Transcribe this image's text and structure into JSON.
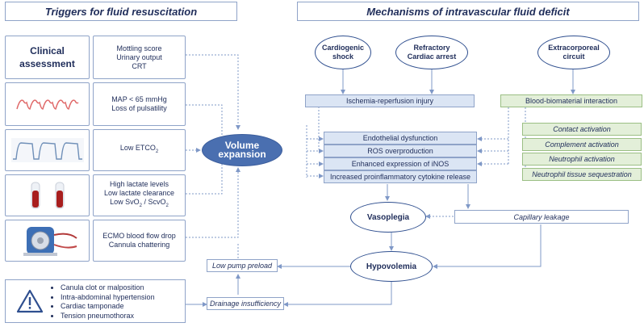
{
  "titles": {
    "triggers": "Triggers for fluid resuscitation",
    "mechanisms": "Mechanisms of intravascular fluid deficit"
  },
  "clinical": {
    "label_line1": "Clinical",
    "label_line2": "assessment",
    "items": [
      "Mottling score",
      "Urinary output",
      "CRT"
    ]
  },
  "map": {
    "lines": [
      "MAP < 65 mmHg",
      "Loss of pulsatility"
    ]
  },
  "etco2": {
    "text": "Low ETCO",
    "sub": "2"
  },
  "lactate": {
    "line1": "High lactate levels",
    "line2": "Low lactate clearance",
    "line3_a": "Low SvO",
    "line3_sub1": "2",
    "line3_b": " / ScvO",
    "line3_sub2": "2"
  },
  "ecmo": {
    "lines": [
      "ECMO blood flow drop",
      "Cannula chattering"
    ]
  },
  "warning": {
    "items": [
      "Canula clot or malposition",
      "Intra-abdominal hypertension",
      "Cardiac tamponade",
      "Tension pneumothorax"
    ]
  },
  "volume_expansion": "Volume expansion",
  "low_pump_preload": "Low pump preload",
  "drainage_insufficiency": "Drainage insufficiency",
  "mechanisms": {
    "cardiogenic_shock": [
      "Cardiogenic",
      "shock"
    ],
    "refractory_arrest": [
      "Refractory",
      "Cardiac arrest"
    ],
    "extracorporeal": [
      "Extracorporeal",
      "circuit"
    ],
    "ischemia": "Ischemia-reperfusion injury",
    "blood_biomaterial": "Blood-biomaterial interaction",
    "green_items": [
      "Contact activation",
      "Complement activation",
      "Neutrophil activation",
      "Neutrophil tissue sequestration"
    ],
    "center_items": [
      "Endothelial dysfunction",
      "ROS overproduction",
      "Enhanced expression of iNOS",
      "Increased proinflammatory cytokine release"
    ],
    "vasoplegia": "Vasoplegia",
    "capillary_leakage": "Capillary leakage",
    "hypovolemia": "Hypovolemia"
  },
  "colors": {
    "dark_blue": "#1f2d5a",
    "fill_blue": "#4a6fb0",
    "light_blue": "#dbe5f4",
    "light_green": "#e3efd9",
    "arrow": "#7f98c7"
  }
}
